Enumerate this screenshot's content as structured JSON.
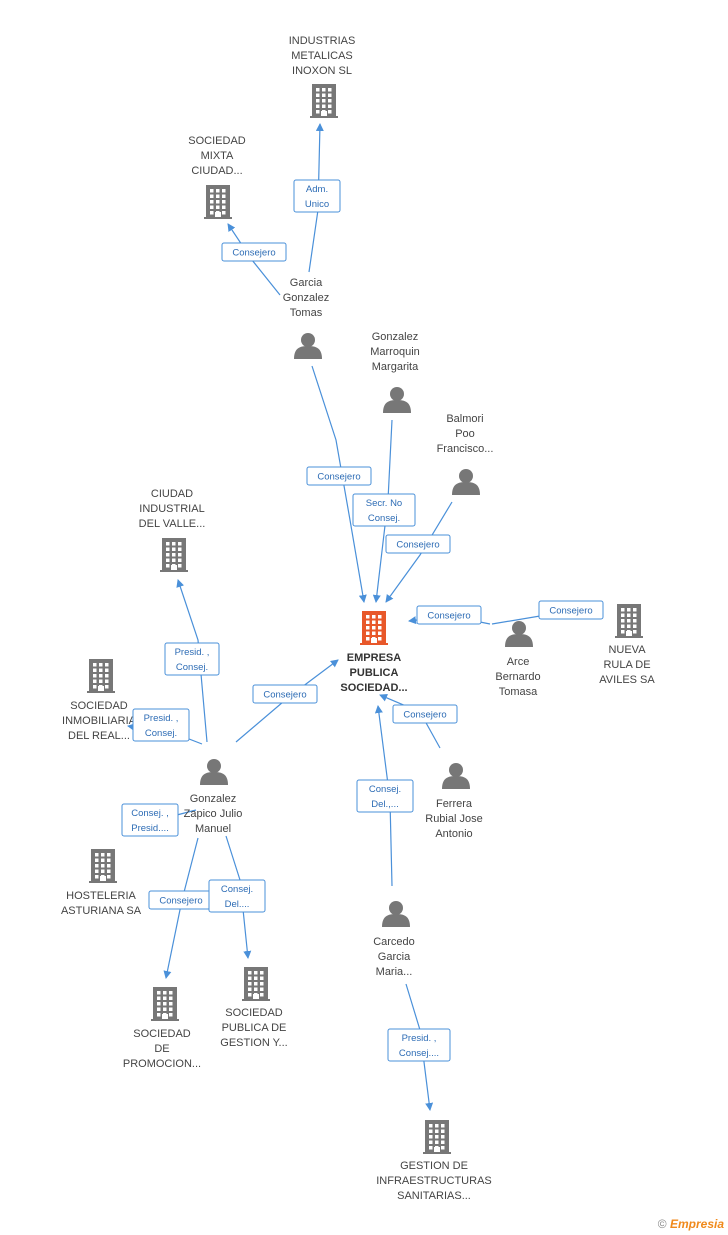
{
  "colors": {
    "edge": "#4a90d9",
    "building": "#777777",
    "center_building": "#e8582a",
    "person": "#777777"
  },
  "watermark": {
    "symbol": "©",
    "brand": "Empresia"
  },
  "nodes": [
    {
      "id": "empresa",
      "kind": "building",
      "center": true,
      "lines": [
        "EMPRESA",
        "PUBLICA",
        "SOCIEDAD..."
      ]
    },
    {
      "id": "inoxon",
      "kind": "building",
      "lines": [
        "INDUSTRIAS",
        "METALICAS",
        "INOXON SL"
      ]
    },
    {
      "id": "mixta",
      "kind": "building",
      "lines": [
        "SOCIEDAD",
        "MIXTA",
        "CIUDAD..."
      ]
    },
    {
      "id": "garcia",
      "kind": "person",
      "lines": [
        "Garcia",
        "Gonzalez",
        "Tomas"
      ]
    },
    {
      "id": "marroquin",
      "kind": "person",
      "lines": [
        "Gonzalez",
        "Marroquin",
        "Margarita"
      ]
    },
    {
      "id": "balmori",
      "kind": "person",
      "lines": [
        "Balmori",
        "Poo",
        "Francisco..."
      ]
    },
    {
      "id": "ciudad",
      "kind": "building",
      "lines": [
        "CIUDAD",
        "INDUSTRIAL",
        "DEL VALLE..."
      ]
    },
    {
      "id": "inmob",
      "kind": "building",
      "lines": [
        "SOCIEDAD",
        "INMOBILIARIA",
        "DEL REAL..."
      ]
    },
    {
      "id": "zapico",
      "kind": "person",
      "lines": [
        "Gonzalez",
        "Zapico Julio",
        "Manuel"
      ]
    },
    {
      "id": "arce",
      "kind": "person",
      "lines": [
        "Arce",
        "Bernardo",
        "Tomasa"
      ]
    },
    {
      "id": "nueva",
      "kind": "building",
      "lines": [
        "NUEVA",
        "RULA DE",
        "AVILES SA"
      ]
    },
    {
      "id": "ferrera",
      "kind": "person",
      "lines": [
        "Ferrera",
        "Rubial Jose",
        "Antonio"
      ]
    },
    {
      "id": "hosteleria",
      "kind": "building",
      "lines": [
        "HOSTELERIA",
        "ASTURIANA SA"
      ]
    },
    {
      "id": "promocion",
      "kind": "building",
      "lines": [
        "SOCIEDAD",
        "DE",
        "PROMOCION..."
      ]
    },
    {
      "id": "gestion",
      "kind": "building",
      "lines": [
        "SOCIEDAD",
        "PUBLICA DE",
        "GESTION Y..."
      ]
    },
    {
      "id": "carcedo",
      "kind": "person",
      "lines": [
        "Carcedo",
        "Garcia",
        "Maria..."
      ]
    },
    {
      "id": "infra",
      "kind": "building",
      "lines": [
        "GESTION DE",
        "INFRAESTRUCTURAS",
        "SANITARIAS..."
      ]
    }
  ],
  "edges": [
    {
      "from": "garcia",
      "to": "inoxon",
      "lines": [
        "Adm.",
        "Unico"
      ]
    },
    {
      "from": "garcia",
      "to": "mixta",
      "lines": [
        "Consejero"
      ]
    },
    {
      "from": "garcia",
      "to": "empresa",
      "lines": [
        "Consejero"
      ]
    },
    {
      "from": "marroquin",
      "to": "empresa",
      "lines": [
        "Secr. No",
        "Consej."
      ]
    },
    {
      "from": "balmori",
      "to": "empresa",
      "lines": [
        "Consejero"
      ]
    },
    {
      "from": "arce",
      "to": "empresa",
      "lines": [
        "Consejero"
      ]
    },
    {
      "from": "arce",
      "to": "nueva",
      "lines": [
        "Consejero"
      ]
    },
    {
      "from": "ferrera",
      "to": "empresa",
      "lines": [
        "Consejero"
      ]
    },
    {
      "from": "carcedo",
      "to": "empresa",
      "lines": [
        "Consej.",
        "Del.,..."
      ]
    },
    {
      "from": "zapico",
      "to": "empresa",
      "lines": [
        "Consejero"
      ]
    },
    {
      "from": "zapico",
      "to": "ciudad",
      "lines": [
        "Presid. ,",
        "Consej."
      ]
    },
    {
      "from": "zapico",
      "to": "inmob",
      "lines": [
        "Presid. ,",
        "Consej."
      ]
    },
    {
      "from": "zapico",
      "to": "hosteleria",
      "lines": [
        "Consej. ,",
        "Presid...."
      ]
    },
    {
      "from": "zapico",
      "to": "promocion",
      "lines": [
        "Consejero"
      ]
    },
    {
      "from": "zapico",
      "to": "gestion",
      "lines": [
        "Consej.",
        "Del...."
      ]
    },
    {
      "from": "carcedo",
      "to": "infra",
      "lines": [
        "Presid. ,",
        "Consej...."
      ]
    }
  ]
}
